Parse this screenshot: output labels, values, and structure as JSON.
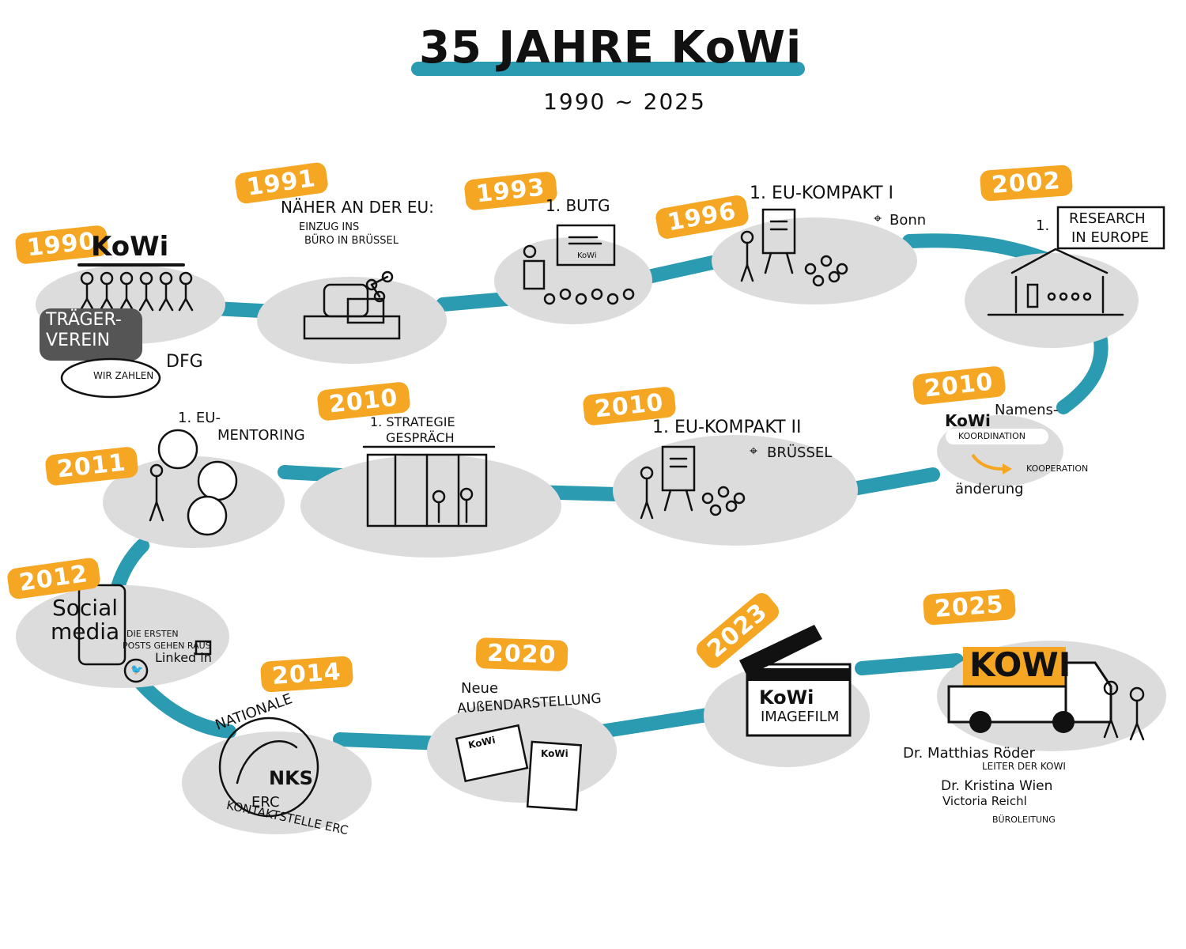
{
  "header": {
    "title": "35 JAHRE KoWi",
    "subtitle": "1990 ~ 2025"
  },
  "colors": {
    "accent_teal": "#2a9bb0",
    "accent_orange": "#f5a623",
    "bubble_gray": "#dcdcdc",
    "dark_gray": "#555555"
  },
  "milestones": [
    {
      "year": "1990",
      "texts": [
        "KoWi",
        "TRÄGER-",
        "VEREIN",
        "WIR ZAHLEN",
        "DFG"
      ]
    },
    {
      "year": "1991",
      "texts": [
        "NÄHER AN DER EU:",
        "EINZUG INS",
        "BÜRO IN BRÜSSEL"
      ]
    },
    {
      "year": "1993",
      "texts": [
        "1. BUTG",
        "KoWi"
      ]
    },
    {
      "year": "1996",
      "texts": [
        "1. EU-KOMPAKT I",
        "Bonn"
      ]
    },
    {
      "year": "2002",
      "texts": [
        "1.",
        "RESEARCH",
        "IN EUROPE"
      ]
    },
    {
      "year": "2010",
      "texts": [
        "KoWi",
        "Namens-",
        "KOORDINATION",
        "KOOPERATION",
        "änderung"
      ]
    },
    {
      "year": "2010",
      "texts": [
        "1. EU-KOMPAKT II",
        "BRÜSSEL"
      ]
    },
    {
      "year": "2010",
      "texts": [
        "1. STRATEGIE",
        "GESPRÄCH"
      ]
    },
    {
      "year": "2011",
      "texts": [
        "1. EU-",
        "MENTORING"
      ]
    },
    {
      "year": "2012",
      "texts": [
        "Social",
        "media",
        "DIE ERSTEN",
        "POSTS GEHEN RAUS",
        "Linked in"
      ]
    },
    {
      "year": "2014",
      "texts": [
        "NATIONALE",
        "NKS",
        "ERC",
        "KONTAKTSTELLE ERC"
      ]
    },
    {
      "year": "2020",
      "texts": [
        "Neue",
        "AUßENDARSTELLUNG",
        "KoWi",
        "KoWi"
      ]
    },
    {
      "year": "2023",
      "texts": [
        "KoWi",
        "IMAGEFILM"
      ]
    },
    {
      "year": "2025",
      "texts": [
        "KOWI",
        "Dr. Matthias Röder",
        "LEITER DER KOWI",
        "Dr. Kristina Wien",
        "Victoria Reichl",
        "BÜROLEITUNG"
      ]
    }
  ]
}
